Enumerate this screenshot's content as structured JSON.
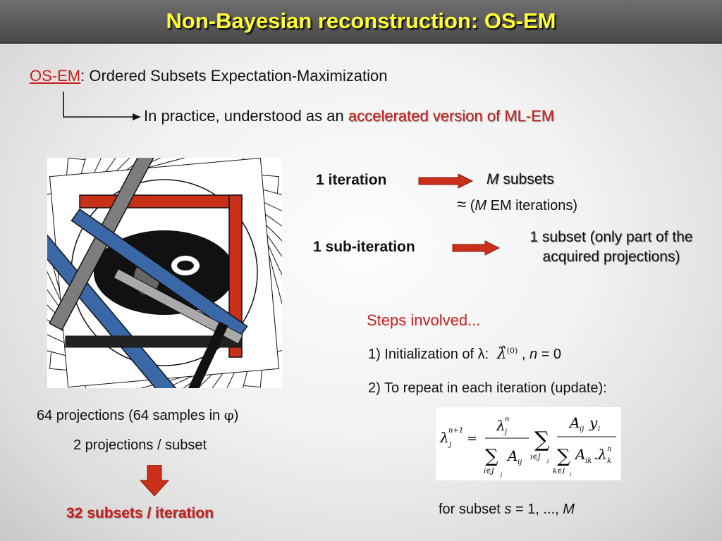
{
  "title": "Non-Bayesian reconstruction: OS-EM",
  "intro": {
    "acronym": "OS-EM",
    "definition": ": Ordered Subsets Expectation-Maximization",
    "practice_prefix": "In practice, understood as an ",
    "practice_highlight": "accelerated version of ML-EM"
  },
  "iteration": {
    "label": "1 iteration",
    "result_var": "M",
    "result_text": " subsets",
    "approx_symbol": "≈",
    "approx_open": " (",
    "approx_var": "M",
    "approx_text": "  EM iterations)"
  },
  "sub_iteration": {
    "label": "1 sub-iteration",
    "result_line1": "1 subset (only part of the",
    "result_line2": "acquired projections)"
  },
  "steps": {
    "heading": "Steps involved...",
    "step1_prefix": "1) Initialization of ",
    "step1_lambda": "λ",
    "step1_colon": ":",
    "step1_hat": "λ̂",
    "step1_sup": "(0)",
    "step1_comma": " , ",
    "step1_n": "n",
    "step1_eq": " = 0",
    "step2": "2) To repeat in each iteration (update):",
    "footer_prefix": "for subset ",
    "footer_s": "s",
    "footer_mid": " = 1, ..., ",
    "footer_M": "M"
  },
  "left": {
    "projections_prefix": "64 projections (64 samples in ",
    "phi": "φ",
    "projections_suffix": ")",
    "per_subset": "2 projections / subset",
    "result": "32 subsets / iteration"
  },
  "equation": {
    "lhs": "λ",
    "lhs_sup": "n+1",
    "lhs_sub": "j",
    "eq": "=",
    "num1": "λ",
    "num1_sup": "n",
    "num1_sub": "j",
    "sum": "∑",
    "den1": "A",
    "den1_sub": "ij",
    "sum1_idx": "i∈J",
    "sum1_idx_sub": "j",
    "sum2_idx": "i∈J",
    "sum2_idx_sub": "j",
    "num2_A": "A",
    "num2_A_sub": "ij",
    "num2_y": "y",
    "num2_y_sub": "i",
    "den2_A": "A",
    "den2_A_sub": "ik",
    "den2_dot": ".",
    "den2_l": "λ",
    "den2_l_sup": "n",
    "den2_l_sub": "k",
    "sum3_idx": "k∈I",
    "sum3_idx_sub": "i"
  },
  "colors": {
    "accent_red": "#c8201e",
    "title_yellow": "#ffff33",
    "band_red": "#c8301a",
    "band_blue": "#3a67a6",
    "band_gray": "#7d7d7d"
  }
}
